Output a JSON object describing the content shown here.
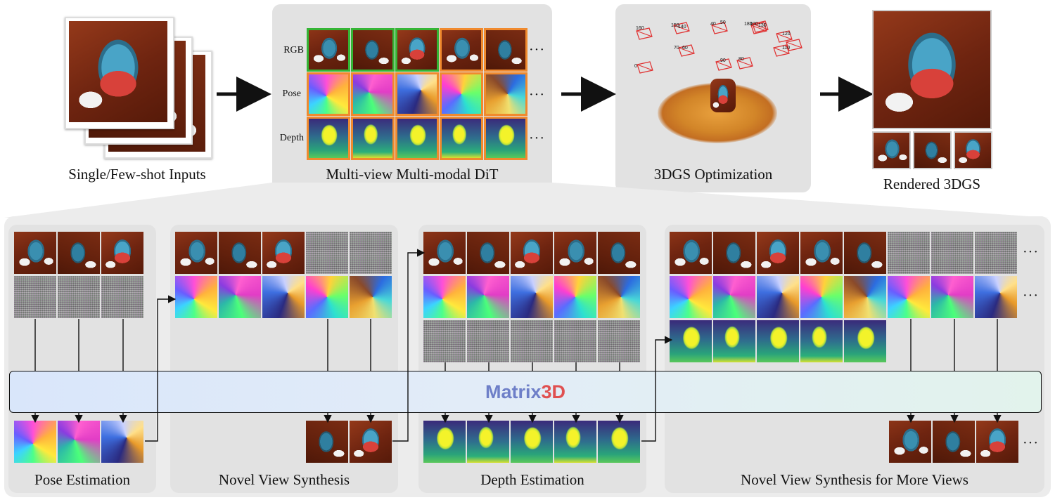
{
  "top": {
    "inputs_caption": "Single/Few-shot Inputs",
    "dit_caption": "Multi-view Multi-modal DiT",
    "optim_caption": "3DGS Optimization",
    "rendered_caption": "Rendered 3DGS",
    "row_labels": {
      "rgb": "RGB",
      "pose": "Pose",
      "depth": "Depth"
    },
    "ellipsis": "···",
    "camera_labels": [
      "160",
      "150",
      "140",
      "40",
      "50",
      "130",
      "120",
      "110",
      "100",
      "0",
      "70",
      "60",
      "90",
      "180",
      "80"
    ]
  },
  "bottom": {
    "matrix_a": "Matrix",
    "matrix_b": "3D",
    "pose_caption": "Pose Estimation",
    "nvs_caption": "Novel View Synthesis",
    "depth_caption": "Depth Estimation",
    "nvs_more_caption": "Novel View Synthesis for More Views",
    "ellipsis": "···"
  },
  "colors": {
    "panel_bg": "#e2e2e2",
    "green_border": "#35b535",
    "orange_border": "#f08a2e",
    "matrix_blue": "#6e7fc8",
    "matrix_red": "#e05050"
  }
}
